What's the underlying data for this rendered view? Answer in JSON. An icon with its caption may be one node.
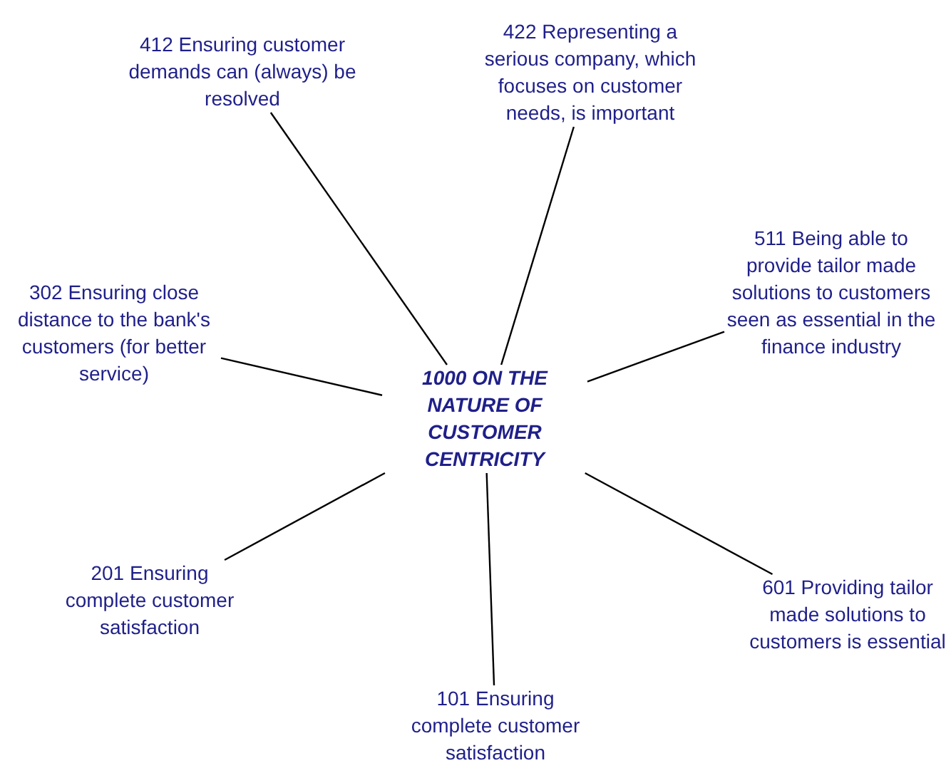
{
  "diagram": {
    "nodes": [
      {
        "text": [
          "1000 ON THE NATURE OF CUSTOMER CENTRICITY"
        ]
      },
      {
        "text": [
          "412 Ensuring customer demands can (always) be resolved"
        ]
      },
      {
        "text": [
          "422 Representing a serious company, which focuses on customer needs, is important"
        ]
      },
      {
        "text": [
          "302 Ensuring close distance to the bank's customers (for better service)"
        ]
      },
      {
        "text": [
          "511 Being able to provide tailor made solutions to customers seen as essential in the finance industry"
        ]
      },
      {
        "text": [
          "201 Ensuring complete customer satisfaction"
        ]
      },
      {
        "text": [
          "601 Providing tailor made solutions to customers is essential"
        ]
      },
      {
        "text": [
          "101 Ensuring complete customer satisfaction"
        ]
      }
    ],
    "edges": [
      {
        "from": 0,
        "to": 1,
        "arrow": "none"
      },
      {
        "from": 0,
        "to": 2,
        "arrow": "none"
      },
      {
        "from": 0,
        "to": 3,
        "arrow": "none"
      },
      {
        "from": 0,
        "to": 4,
        "arrow": "none"
      },
      {
        "from": 0,
        "to": 5,
        "arrow": "none"
      },
      {
        "from": 0,
        "to": 6,
        "arrow": "none"
      },
      {
        "from": 0,
        "to": 7,
        "arrow": "none"
      }
    ]
  }
}
